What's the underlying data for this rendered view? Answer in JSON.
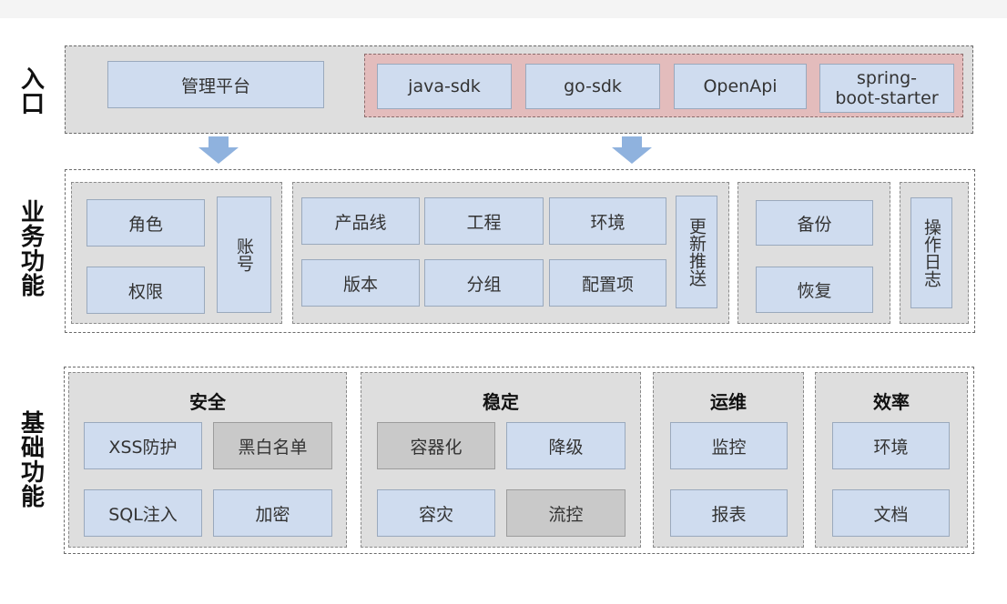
{
  "colors": {
    "row_fill": "#dedede",
    "box_fill": "#cfdcef",
    "box_gray_fill": "#c9c9c9",
    "sdk_group_fill": "#e3bcbc",
    "arrow": "#8fb2de"
  },
  "entry": {
    "label": "入口",
    "admin_platform": "管理平台",
    "sdks": [
      "java-sdk",
      "go-sdk",
      "OpenApi",
      "spring-\nboot-starter"
    ]
  },
  "business": {
    "label": "业务功能",
    "account_group": {
      "items": [
        "角色",
        "权限"
      ],
      "side": "账号"
    },
    "config_group": {
      "items": [
        "产品线",
        "工程",
        "环境",
        "版本",
        "分组",
        "配置项"
      ],
      "side": "更新推送"
    },
    "backup_group": {
      "items": [
        "备份",
        "恢复"
      ]
    },
    "oplog": "操作日志"
  },
  "base": {
    "label": "基础功能",
    "security": {
      "title": "安全",
      "items": [
        "XSS防护",
        "黑白名单",
        "SQL注入",
        "加密"
      ]
    },
    "stability": {
      "title": "稳定",
      "items": [
        "容器化",
        "降级",
        "容灾",
        "流控"
      ]
    },
    "ops": {
      "title": "运维",
      "items": [
        "监控",
        "报表"
      ]
    },
    "efficiency": {
      "title": "效率",
      "items": [
        "环境",
        "文档"
      ]
    }
  }
}
